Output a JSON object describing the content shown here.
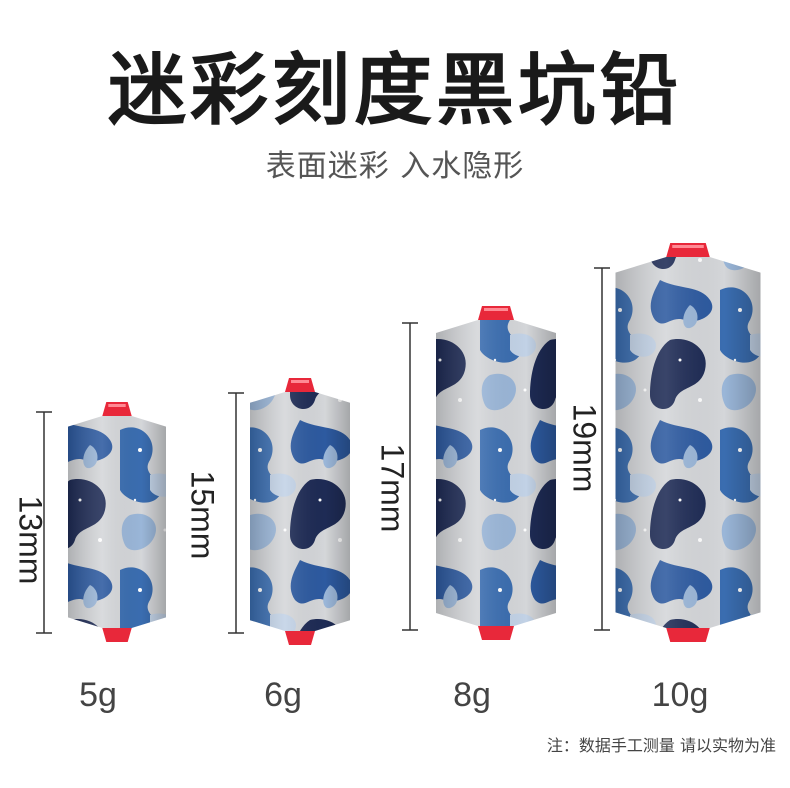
{
  "title": "迷彩刻度黑坑铅",
  "subtitle": "表面迷彩 入水隐形",
  "note": "注：数据手工测量 请以实物为准",
  "colors": {
    "camo_dark": "#1e2b55",
    "camo_mid": "#3a6db0",
    "camo_light": "#9ab6d8",
    "body_grey": "#d4d6d9",
    "cap": "#e8283a"
  },
  "products": [
    {
      "weight": "5g",
      "length": "13mm"
    },
    {
      "weight": "6g",
      "length": "15mm"
    },
    {
      "weight": "8g",
      "length": "17mm"
    },
    {
      "weight": "10g",
      "length": "19mm"
    }
  ]
}
